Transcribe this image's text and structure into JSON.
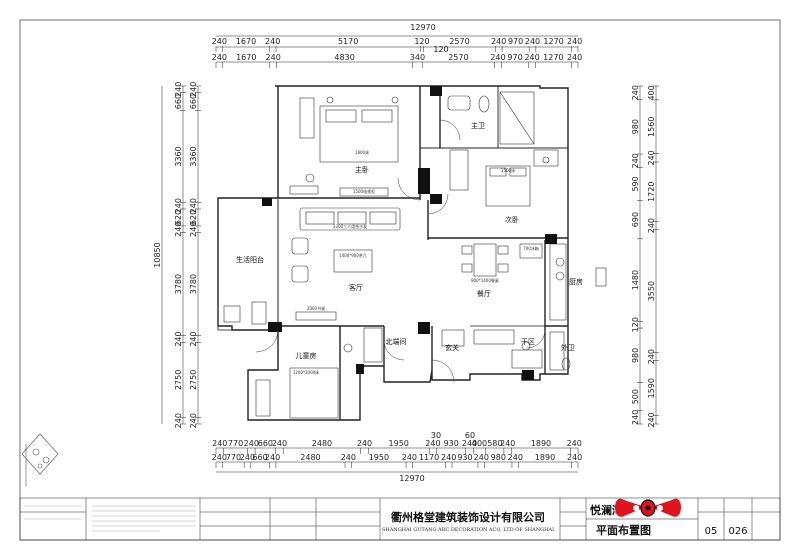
{
  "colors": {
    "line": "#111111",
    "accent": "#e0141e",
    "wall": "#222222"
  },
  "dims_top": {
    "total": "12970",
    "row1": [
      "240",
      "1670",
      "240",
      "5170",
      "120",
      "2570",
      "240",
      "970",
      "240",
      "1270",
      "240"
    ],
    "row1_extra": "120",
    "row2": [
      "240",
      "1670",
      "240",
      "4830",
      "340",
      "2570",
      "240",
      "970",
      "240",
      "1270",
      "240"
    ]
  },
  "dims_bottom": {
    "total": "12970",
    "row1": [
      "240",
      "770",
      "240",
      "660",
      "240",
      "2480",
      "240",
      "1950",
      "240",
      "930",
      "240",
      "400",
      "580",
      "240",
      "1890",
      "240"
    ],
    "row1_extra": [
      "30",
      "60"
    ],
    "row2": [
      "240",
      "770",
      "240",
      "660",
      "240",
      "2480",
      "240",
      "1950",
      "240",
      "1170",
      "240",
      "930",
      "240",
      "980",
      "240",
      "1890",
      "240"
    ]
  },
  "dims_left": {
    "total": "10850",
    "row_outer": [
      "240",
      "660",
      "3360",
      "240",
      "620",
      "240",
      "3780",
      "240",
      "2750",
      "240"
    ],
    "row_inner": [
      "240",
      "660",
      "3360",
      "240",
      "620",
      "240",
      "3780",
      "240",
      "2750",
      "240"
    ]
  },
  "dims_right": {
    "row_outer": [
      "400",
      "1560",
      "240",
      "1720",
      "240",
      "3550",
      "240",
      "1590",
      "240"
    ],
    "row_inner": [
      "240",
      "980",
      "240",
      "590",
      "690",
      "1480",
      "120",
      "980",
      "500",
      "240"
    ]
  },
  "rooms": {
    "master": "主卧",
    "bath1": "主卫",
    "second": "次卧",
    "living": "客厅",
    "balcony": "生活阳台",
    "dining": "餐厅",
    "kitchen": "厨房",
    "bath2": "外卫",
    "kids": "儿童房",
    "study": "北端间",
    "entry": "玄关",
    "drying": "干区"
  },
  "labels": {
    "bed1": "1800床",
    "bed2": "1500床",
    "tv1": "1500电视柜",
    "sofa": "3300三人组合沙发",
    "table": "1400*900茶几",
    "dining_table": "800*1400餐桌",
    "fridge": "700冰箱",
    "bed3": "1200*2000床",
    "desk": "2000书桌"
  },
  "title_block": {
    "company_cn": "衢州格堂建筑装饰设计有限公司",
    "company_en": "SHANGHAI GUTANG ARC DECORATION ACO, LTD OF SHANGHAI",
    "project": "悦澜湾",
    "drawing": "平面布置图",
    "sheet_no": "05",
    "drawing_no": "026"
  }
}
